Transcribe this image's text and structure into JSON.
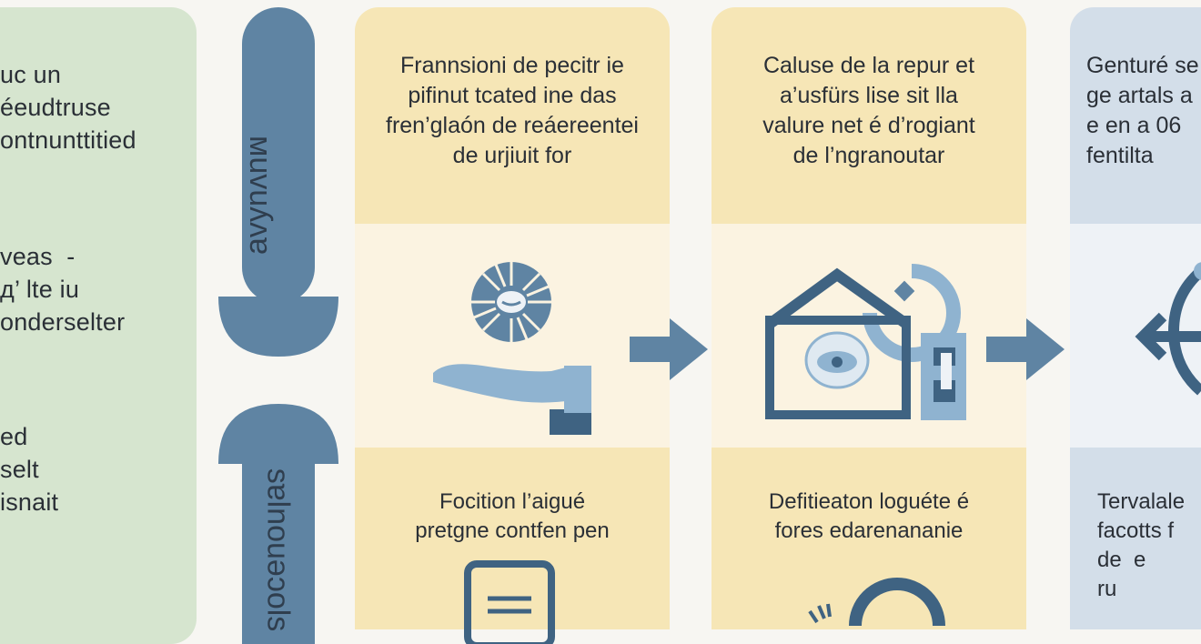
{
  "left_panel": {
    "blocks": [
      "uс un\néeudtrusе\nоntnunttitied",
      "veas  -\nд’ lte iu\nonderselter",
      "ed\nselt\nisnait"
    ]
  },
  "vertical_labels": {
    "top": "мuvuʎʌɐ",
    "bottom": "sɐlnouǝɔols"
  },
  "cards": [
    {
      "top_text": "Frannsioni de pecitr ie\npifinut tcated ine das\nfren’glaón de reáereentei\nde urjiuit for",
      "bottom_text": "Focition l’aigué\npretgne contfen pen"
    },
    {
      "top_text": "Caluse de la repur et\na’usfürs lise sit lla\nvalure net é d’rogiant\nde l’ngranoutar",
      "bottom_text": "Defitieaton loguéte é\nfores edarenananie"
    },
    {
      "top_text": "Genturé se\nge artals a\ne en a 06\nfentilta",
      "bottom_text": "Tervalale\nfacotts f\nde  e\nru"
    }
  ],
  "icon_names": [
    "open-hand-sun-icon",
    "house-target-icon",
    "arrow-branch-icon",
    "document-icon",
    "circle-gauge-icon"
  ],
  "colors": {
    "accent": "#5f84a3",
    "dark_blue": "#3f6382",
    "light_blue": "#8fb3d0",
    "yellow": "#f6e6b6",
    "green": "#d6e5cf",
    "blue_card": "#d3dee9"
  }
}
